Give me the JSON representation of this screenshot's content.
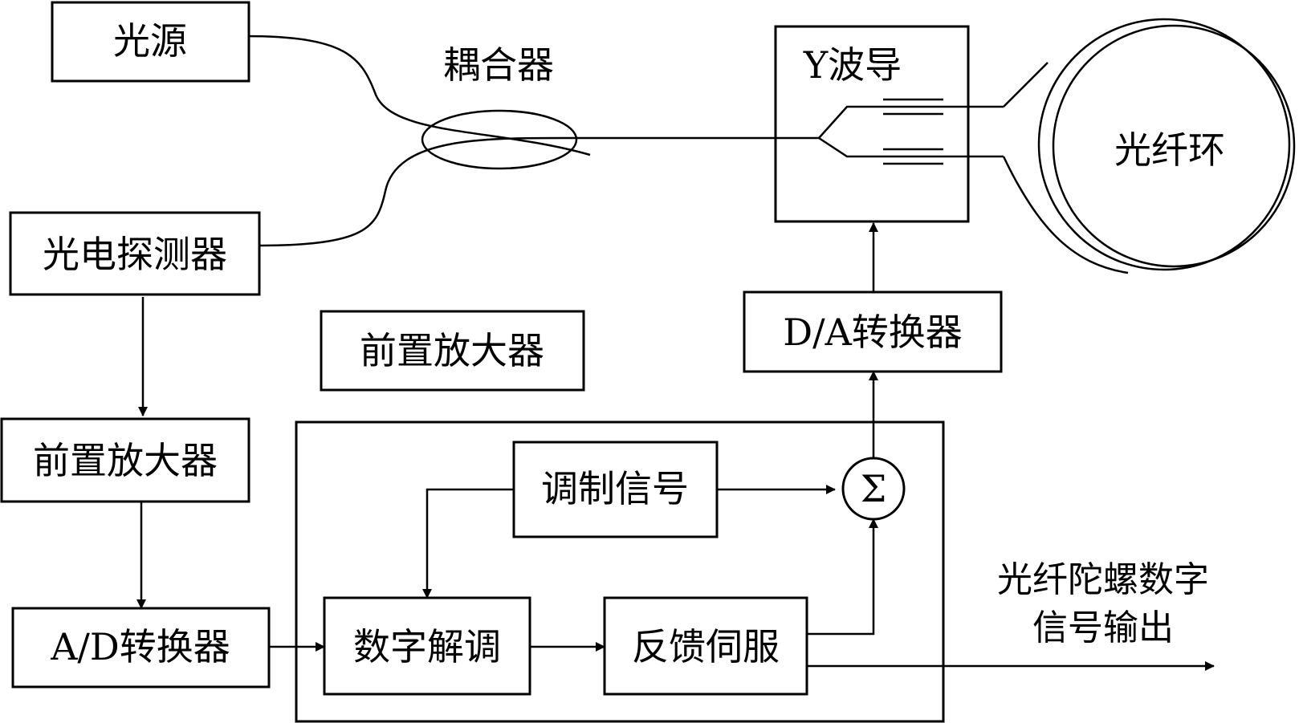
{
  "labels": {
    "light_source": "光源",
    "coupler": "耦合器",
    "y_waveguide": "Y波导",
    "fiber_coil": "光纤环",
    "photodetector": "光电探测器",
    "preamp_floating": "前置放大器",
    "da_converter": "D/A转换器",
    "preamp": "前置放大器",
    "modulation_signal": "调制信号",
    "sum_symbol": "Σ",
    "ad_converter": "A/D转换器",
    "digital_demod": "数字解调",
    "feedback_servo": "反馈伺服",
    "output_line1": "光纤陀螺数字",
    "output_line2": "信号输出"
  },
  "colors": {
    "stroke": "#000000",
    "background": "#ffffff"
  }
}
